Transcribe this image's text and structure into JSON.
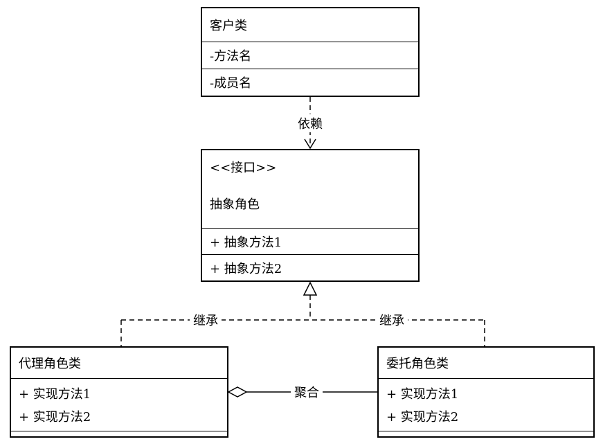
{
  "diagram": {
    "client": {
      "title": "客户类",
      "attributes": [
        "-方法名",
        "-成员名"
      ]
    },
    "interface": {
      "stereotype": "<<接口>>",
      "name": "抽象角色",
      "methods": [
        "+ 抽象方法1",
        "+ 抽象方法2"
      ]
    },
    "proxy": {
      "title": "代理角色类",
      "methods": [
        "+ 实现方法1",
        "+ 实现方法2"
      ]
    },
    "delegate": {
      "title": "委托角色类",
      "methods": [
        "+ 实现方法1",
        "+ 实现方法2"
      ]
    },
    "edges": {
      "dependency": "依赖",
      "inheritance_left": "继承",
      "inheritance_right": "继承",
      "aggregation": "聚合"
    },
    "colors": {
      "line": "#000000",
      "background": "#ffffff"
    }
  }
}
